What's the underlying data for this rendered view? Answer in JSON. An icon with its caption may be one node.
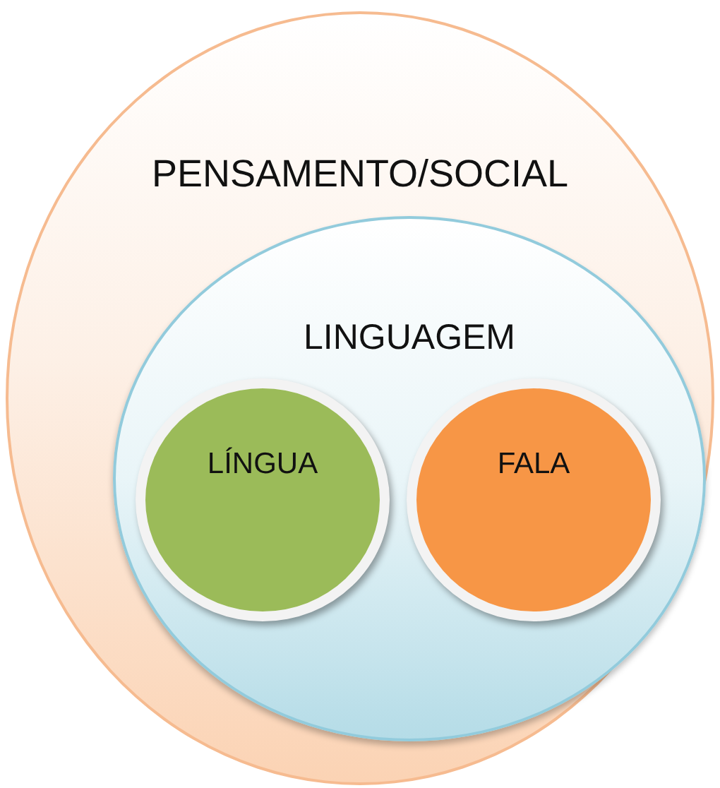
{
  "diagram": {
    "nodes": [
      {
        "text": [
          "PENSAMENTO/SOCIAL"
        ]
      },
      {
        "text": [
          "LINGUAGEM"
        ],
        "in": 0
      },
      {
        "text": [
          "LÍNGUA"
        ],
        "in": 1
      },
      {
        "text": [
          "FALA"
        ],
        "in": 1
      }
    ]
  }
}
